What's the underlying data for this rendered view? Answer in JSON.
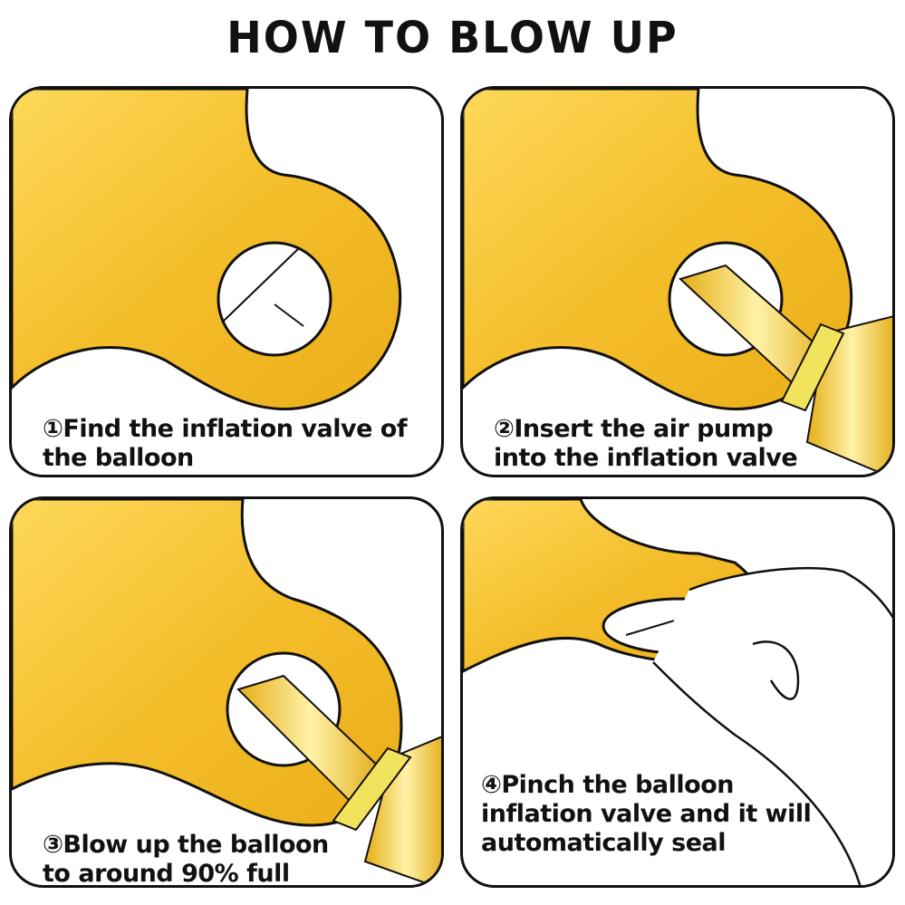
{
  "title": "HOW TO BLOW UP",
  "colors": {
    "balloon": "#F6C12E",
    "balloon_light": "#FDD85A",
    "outline": "#111111",
    "pump_ring": "#F2E35C"
  },
  "steps": [
    {
      "number": "①",
      "line1": "Find the inflation valve of",
      "line2": "the balloon"
    },
    {
      "number": "②",
      "line1": "Insert the air pump",
      "line2": "into the inflation valve"
    },
    {
      "number": "③",
      "line1": "Blow up the balloon",
      "line2": "to around 90% full"
    },
    {
      "number": "④",
      "line1": "Pinch the balloon",
      "line2": "inflation valve and it will",
      "line3": "automatically seal"
    }
  ]
}
